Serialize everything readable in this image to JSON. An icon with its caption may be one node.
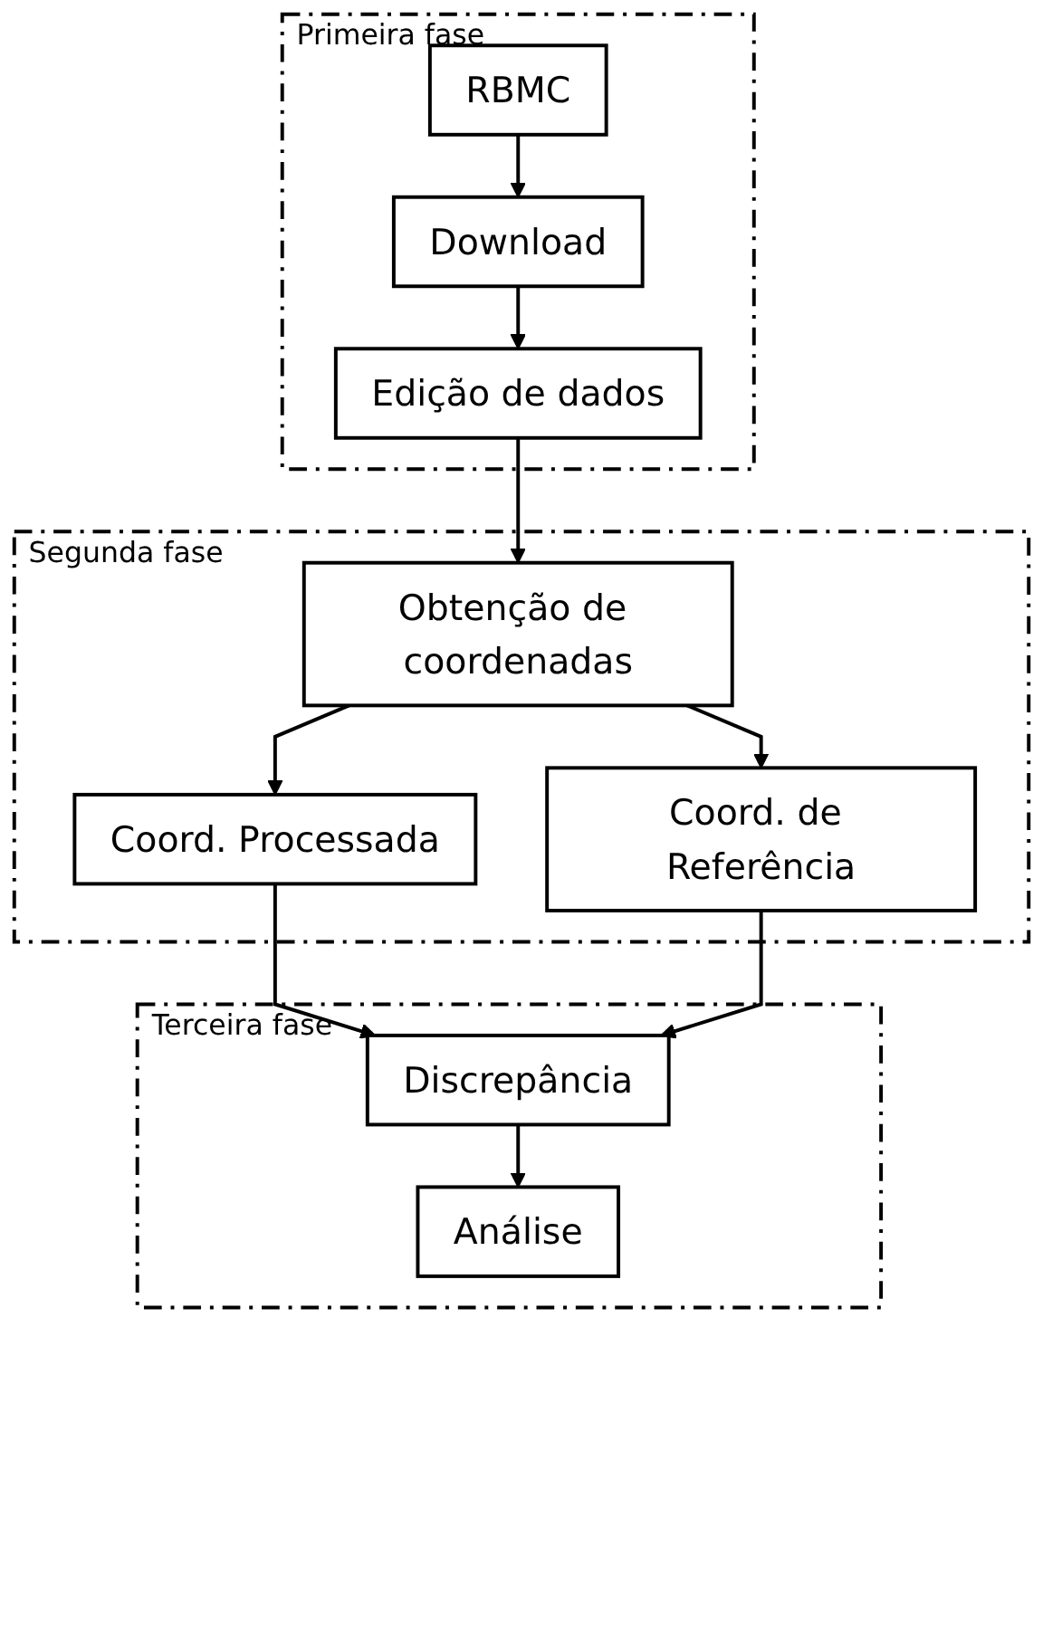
{
  "diagram": {
    "nodes": [
      {
        "text": [
          "Primeira fase"
        ]
      },
      {
        "text": [
          "RBMC"
        ],
        "in": 0
      },
      {
        "text": [
          "Download"
        ],
        "in": 0
      },
      {
        "text": [
          "Edição de dados"
        ],
        "in": 0
      },
      {
        "text": [
          "Segunda fase"
        ]
      },
      {
        "text": [
          "Obtenção de coordenadas"
        ],
        "in": 4
      },
      {
        "text": [
          "Coord. Processada"
        ],
        "in": 4
      },
      {
        "text": [
          "Coord. de Referência"
        ],
        "in": 4
      },
      {
        "text": [
          "Terceira fase"
        ]
      },
      {
        "text": [
          "Discrepância"
        ],
        "in": 8
      },
      {
        "text": [
          "Análise"
        ],
        "in": 8
      }
    ],
    "edges": [
      {
        "from": 1,
        "to": 2,
        "arrow": "to"
      },
      {
        "from": 2,
        "to": 3,
        "arrow": "to"
      },
      {
        "from": 3,
        "to": 5,
        "arrow": "to"
      },
      {
        "from": 5,
        "to": 6,
        "arrow": "to"
      },
      {
        "from": 5,
        "to": 7,
        "arrow": "to"
      },
      {
        "from": 6,
        "to": 9,
        "arrow": "to"
      },
      {
        "from": 7,
        "to": 9,
        "arrow": "to"
      },
      {
        "from": 9,
        "to": 10,
        "arrow": "to"
      }
    ]
  }
}
